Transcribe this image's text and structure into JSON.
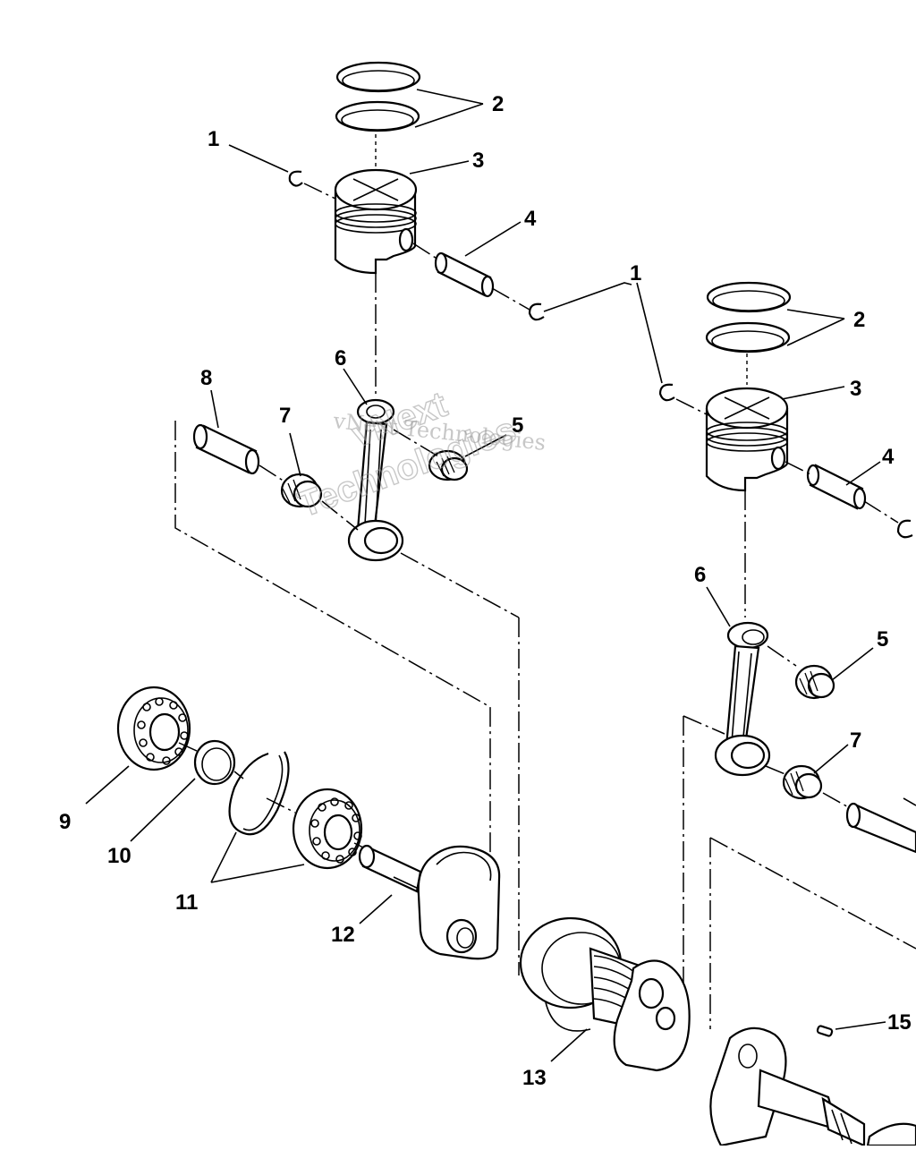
{
  "callouts": {
    "c1a": "1",
    "c2a": "2",
    "c3a": "3",
    "c4a": "4",
    "c1b": "1",
    "c2b": "2",
    "c3b": "3",
    "c4b": "4",
    "c6a": "6",
    "c8": "8",
    "c7a": "7",
    "c5a": "5",
    "c6b": "6",
    "c5b": "5",
    "c7b": "7",
    "c9": "9",
    "c10": "10",
    "c11": "11",
    "c12": "12",
    "c13": "13",
    "c15": "15"
  },
  "watermark": {
    "line1": "vNext Technologies",
    "line2": "vNext",
    "line3": "Technologies"
  }
}
